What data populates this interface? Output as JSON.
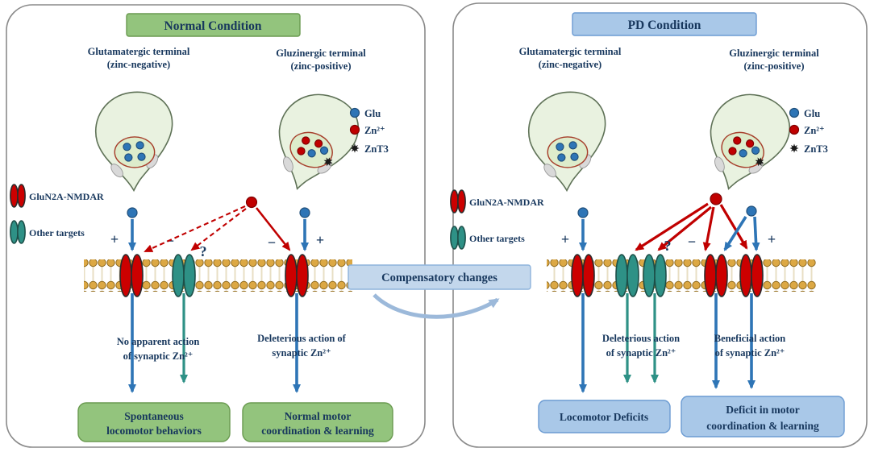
{
  "shared": {
    "glut_terminal": {
      "line1": "Glutamatergic  terminal",
      "line2": "(zinc-negative)"
    },
    "zinc_terminal": {
      "line1": "Gluzinergic  terminal",
      "line2": "(zinc-positive)"
    },
    "legend": {
      "glu": "Glu",
      "zn": "Zn²⁺",
      "znt3": "ZnT3"
    },
    "receptor_legend": {
      "nmdar": "GluN2A-NMDAR",
      "other": "Other targets"
    },
    "signs": {
      "plus": "+",
      "minus": "−",
      "question": "?"
    }
  },
  "normal": {
    "title": "Normal Condition",
    "action_left": {
      "line1": "No apparent action",
      "line2": "of synaptic  Zn²⁺"
    },
    "action_right": {
      "line1": "Deleterious action of",
      "line2": "synaptic  Zn²⁺"
    },
    "outcome_left": {
      "line1": "Spontaneous",
      "line2": "locomotor behaviors"
    },
    "outcome_right": {
      "line1": "Normal motor",
      "line2": "coordination & learning"
    }
  },
  "pd": {
    "title": "PD Condition",
    "action_left": {
      "line1": "Deleterious action",
      "line2": "of synaptic  Zn²⁺"
    },
    "action_right": {
      "line1": "Beneficial action",
      "line2": "of synaptic  Zn²⁺"
    },
    "outcome_left": {
      "line1": "Locomotor Deficits"
    },
    "outcome_right": {
      "line1": "Deficit in motor",
      "line2": "coordination & learning"
    }
  },
  "center": {
    "label": "Compensatory  changes"
  },
  "icons": {
    "glu": "blue-dot",
    "zn": "red-dot",
    "znt3": "black-star",
    "nmdar": "red-double-capsule-receptor",
    "other_targets": "teal-double-capsule-receptor"
  },
  "colors": {
    "navy_text": "#17375d",
    "green_box": "#93c47d",
    "blue_box": "#a9c8e8",
    "arrow_blue": "#2e75b6",
    "arrow_red": "#c00000",
    "arrow_teal": "#2e9186",
    "membrane_head": "#dca844",
    "nmdar_red": "#cc0000",
    "target_teal": "#2e9186",
    "terminal_fill": "#e9f2e0"
  }
}
